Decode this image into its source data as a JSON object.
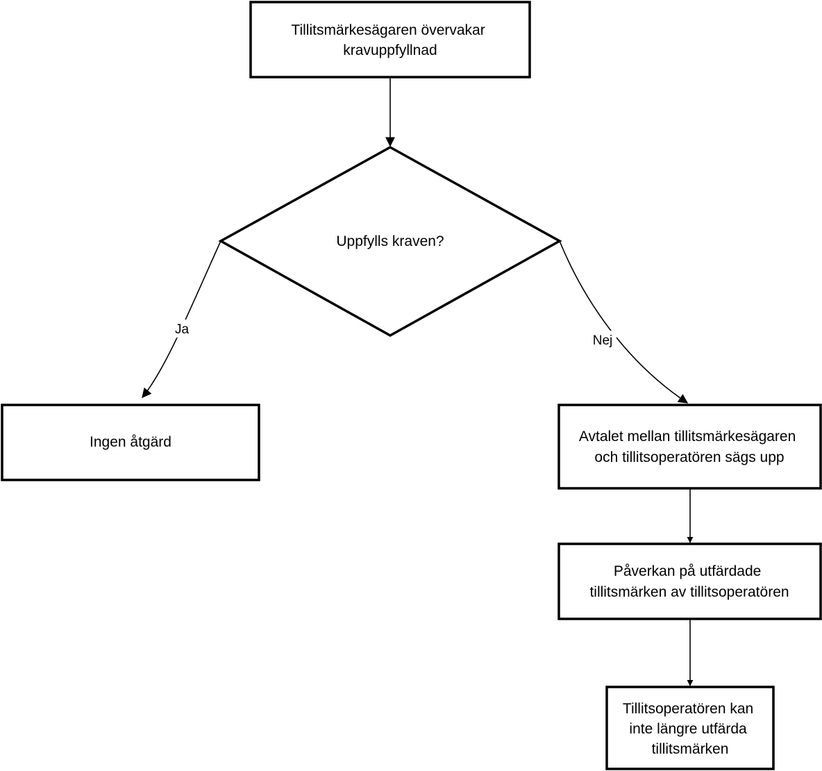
{
  "diagram": {
    "nodes": {
      "monitor": {
        "lines": [
          "Tillitsmärkesägaren övervakar",
          "kravuppfyllnad"
        ]
      },
      "decision": {
        "lines": [
          "Uppfylls kraven?"
        ]
      },
      "no_action": {
        "lines": [
          "Ingen åtgärd"
        ]
      },
      "terminate": {
        "lines": [
          "Avtalet mellan tillitsmärkesägaren",
          "och tillitsoperatören sägs upp"
        ]
      },
      "impact": {
        "lines": [
          "Påverkan på utfärdade",
          "tillitsmärken av tillitsoperatören"
        ]
      },
      "cannot_issue": {
        "lines": [
          "Tillitsoperatören kan",
          "inte längre utfärda",
          "tillitsmärken"
        ]
      }
    },
    "edges": {
      "yes_label": "Ja",
      "no_label": "Nej"
    },
    "colors": {
      "stroke": "#000000",
      "fill": "#ffffff",
      "text": "#000000"
    }
  }
}
